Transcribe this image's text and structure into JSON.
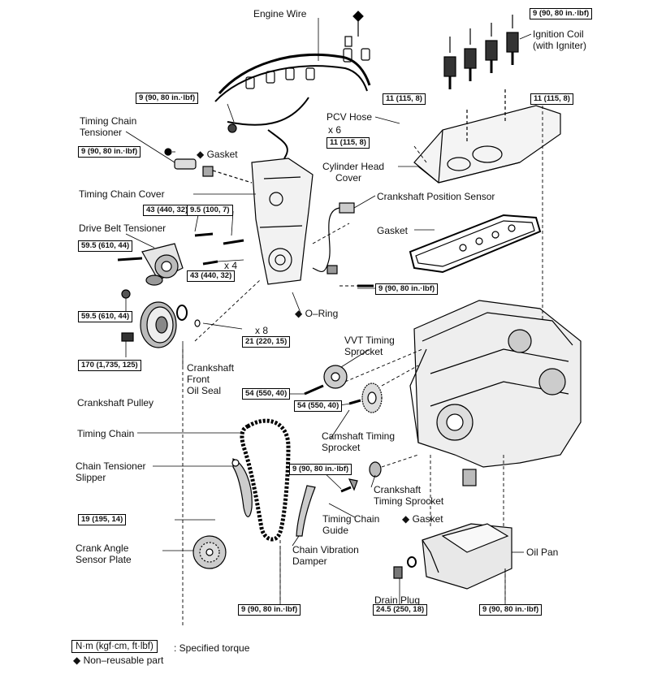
{
  "labels": {
    "engine_wire": "Engine Wire",
    "ignition_coil_1": "Ignition Coil",
    "ignition_coil_2": "(with Igniter)",
    "pcv_hose": "PCV Hose",
    "x6": "x 6",
    "cylinder_head_cover_1": "Cylinder Head",
    "cylinder_head_cover_2": "Cover",
    "timing_chain_tensioner_1": "Timing Chain",
    "timing_chain_tensioner_2": "Tensioner",
    "gasket_top": "Gasket",
    "timing_chain_cover": "Timing Chain Cover",
    "crankshaft_position_sensor": "Crankshaft Position Sensor",
    "gasket_cover": "Gasket",
    "drive_belt_tensioner": "Drive Belt Tensioner",
    "x4": "x 4",
    "o_ring": "O–Ring",
    "x8": "x 8",
    "vvt_1": "VVT Timing",
    "vvt_2": "Sprocket",
    "crank_seal_1": "Crankshaft",
    "crank_seal_2": "Front",
    "crank_seal_3": "Oil Seal",
    "crankshaft_pulley": "Crankshaft Pulley",
    "camshaft_sprocket_1": "Camshaft Timing",
    "camshaft_sprocket_2": "Sprocket",
    "timing_chain": "Timing Chain",
    "chain_slipper_1": "Chain Tensioner",
    "chain_slipper_2": "Slipper",
    "crank_sprocket_1": "Crankshaft",
    "crank_sprocket_2": "Timing Sprocket",
    "chain_guide_1": "Timing Chain",
    "chain_guide_2": "Guide",
    "gasket_pan": "Gasket",
    "oil_pan": "Oil Pan",
    "crank_angle_1": "Crank Angle",
    "crank_angle_2": "Sensor Plate",
    "vibration_damper_1": "Chain Vibration",
    "vibration_damper_2": "Damper",
    "drain_plug": "Drain Plug"
  },
  "torques": {
    "t_coil": "9 (90, 80 in.·lbf)",
    "t_wire": "9 (90, 80 in.·lbf)",
    "t_head_left": "11 (115, 8)",
    "t_head_right": "11 (115, 8)",
    "t_head_x6": "11 (115, 8)",
    "t_tensioner": "9 (90, 80 in.·lbf)",
    "t_cover_43a": "43 (440, 32)",
    "t_cover_95": "9.5 (100, 7)",
    "t_belt_59a": "59.5 (610, 44)",
    "t_cover_43b": "43 (440, 32)",
    "t_sensor": "9 (90, 80 in.·lbf)",
    "t_belt_59b": "59.5 (610, 44)",
    "t_cover_21": "21 (220, 15)",
    "t_pulley": "170 (1,735, 125)",
    "t_vvt": "54 (550, 40)",
    "t_cam": "54 (550, 40)",
    "t_guide": "9 (90, 80 in.·lbf)",
    "t_slipper": "19 (195, 14)",
    "t_damper": "9 (90, 80 in.·lbf)",
    "t_drain": "24.5 (250, 18)",
    "t_pan": "9 (90, 80 in.·lbf)"
  },
  "diamond_symbol": "◆",
  "legend": {
    "unit_box": "N·m (kgf·cm, ft·lbf)",
    "unit_desc": ": Specified torque",
    "non_reusable": "Non–reusable part"
  }
}
